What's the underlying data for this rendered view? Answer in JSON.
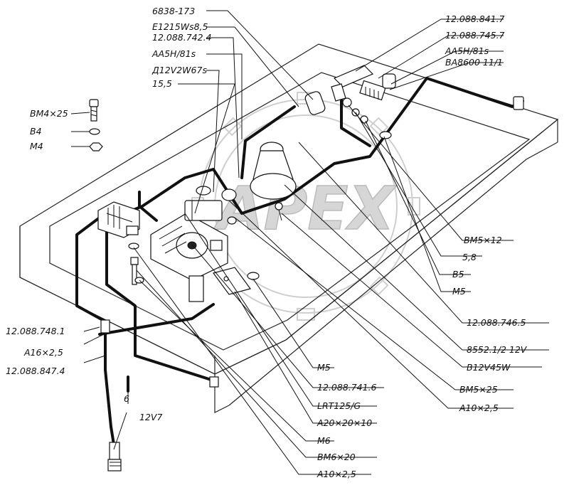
{
  "labels": {
    "top": {
      "l1": "6838-173",
      "l2": "E1215Ws8,5",
      "l3": "12.088.742.4",
      "l4": "AA5H/81s",
      "l5": "Д12V2W67s",
      "l6": "15,5"
    },
    "top_right": {
      "r1": "12.088.841.7",
      "r2": "12.088.745.7",
      "r3": "AA5H/81s",
      "r4": "BA8600 11/1"
    },
    "left": {
      "bolt": "BM4×25",
      "washer": "B4",
      "nut": "M4",
      "harness1": "12.088.748.1",
      "cable": "A16×2,5",
      "harness2": "12.088.847.4",
      "six": "6",
      "plug": "12V7"
    },
    "right": {
      "bm5x12": "BM5×12",
      "v58": "5,8",
      "b5": "B5",
      "m5": "M5",
      "n7465": "12.088.746.5",
      "n8552": "8552.1/2 12V",
      "b12v45w": "B12V45W",
      "bm5x25": "BM5×25",
      "a10x25": "A10×2,5"
    },
    "bottom": {
      "m5": "M5",
      "n7416": "12.088.741.6",
      "lrt": "LRT125/G",
      "a20": "A20×20×10",
      "m6": "M6",
      "bm6x20": "BM6×20",
      "a10x25b": "A10×2,5"
    }
  },
  "watermark": {
    "text": "APEX",
    "color": "#cfcfcf"
  }
}
